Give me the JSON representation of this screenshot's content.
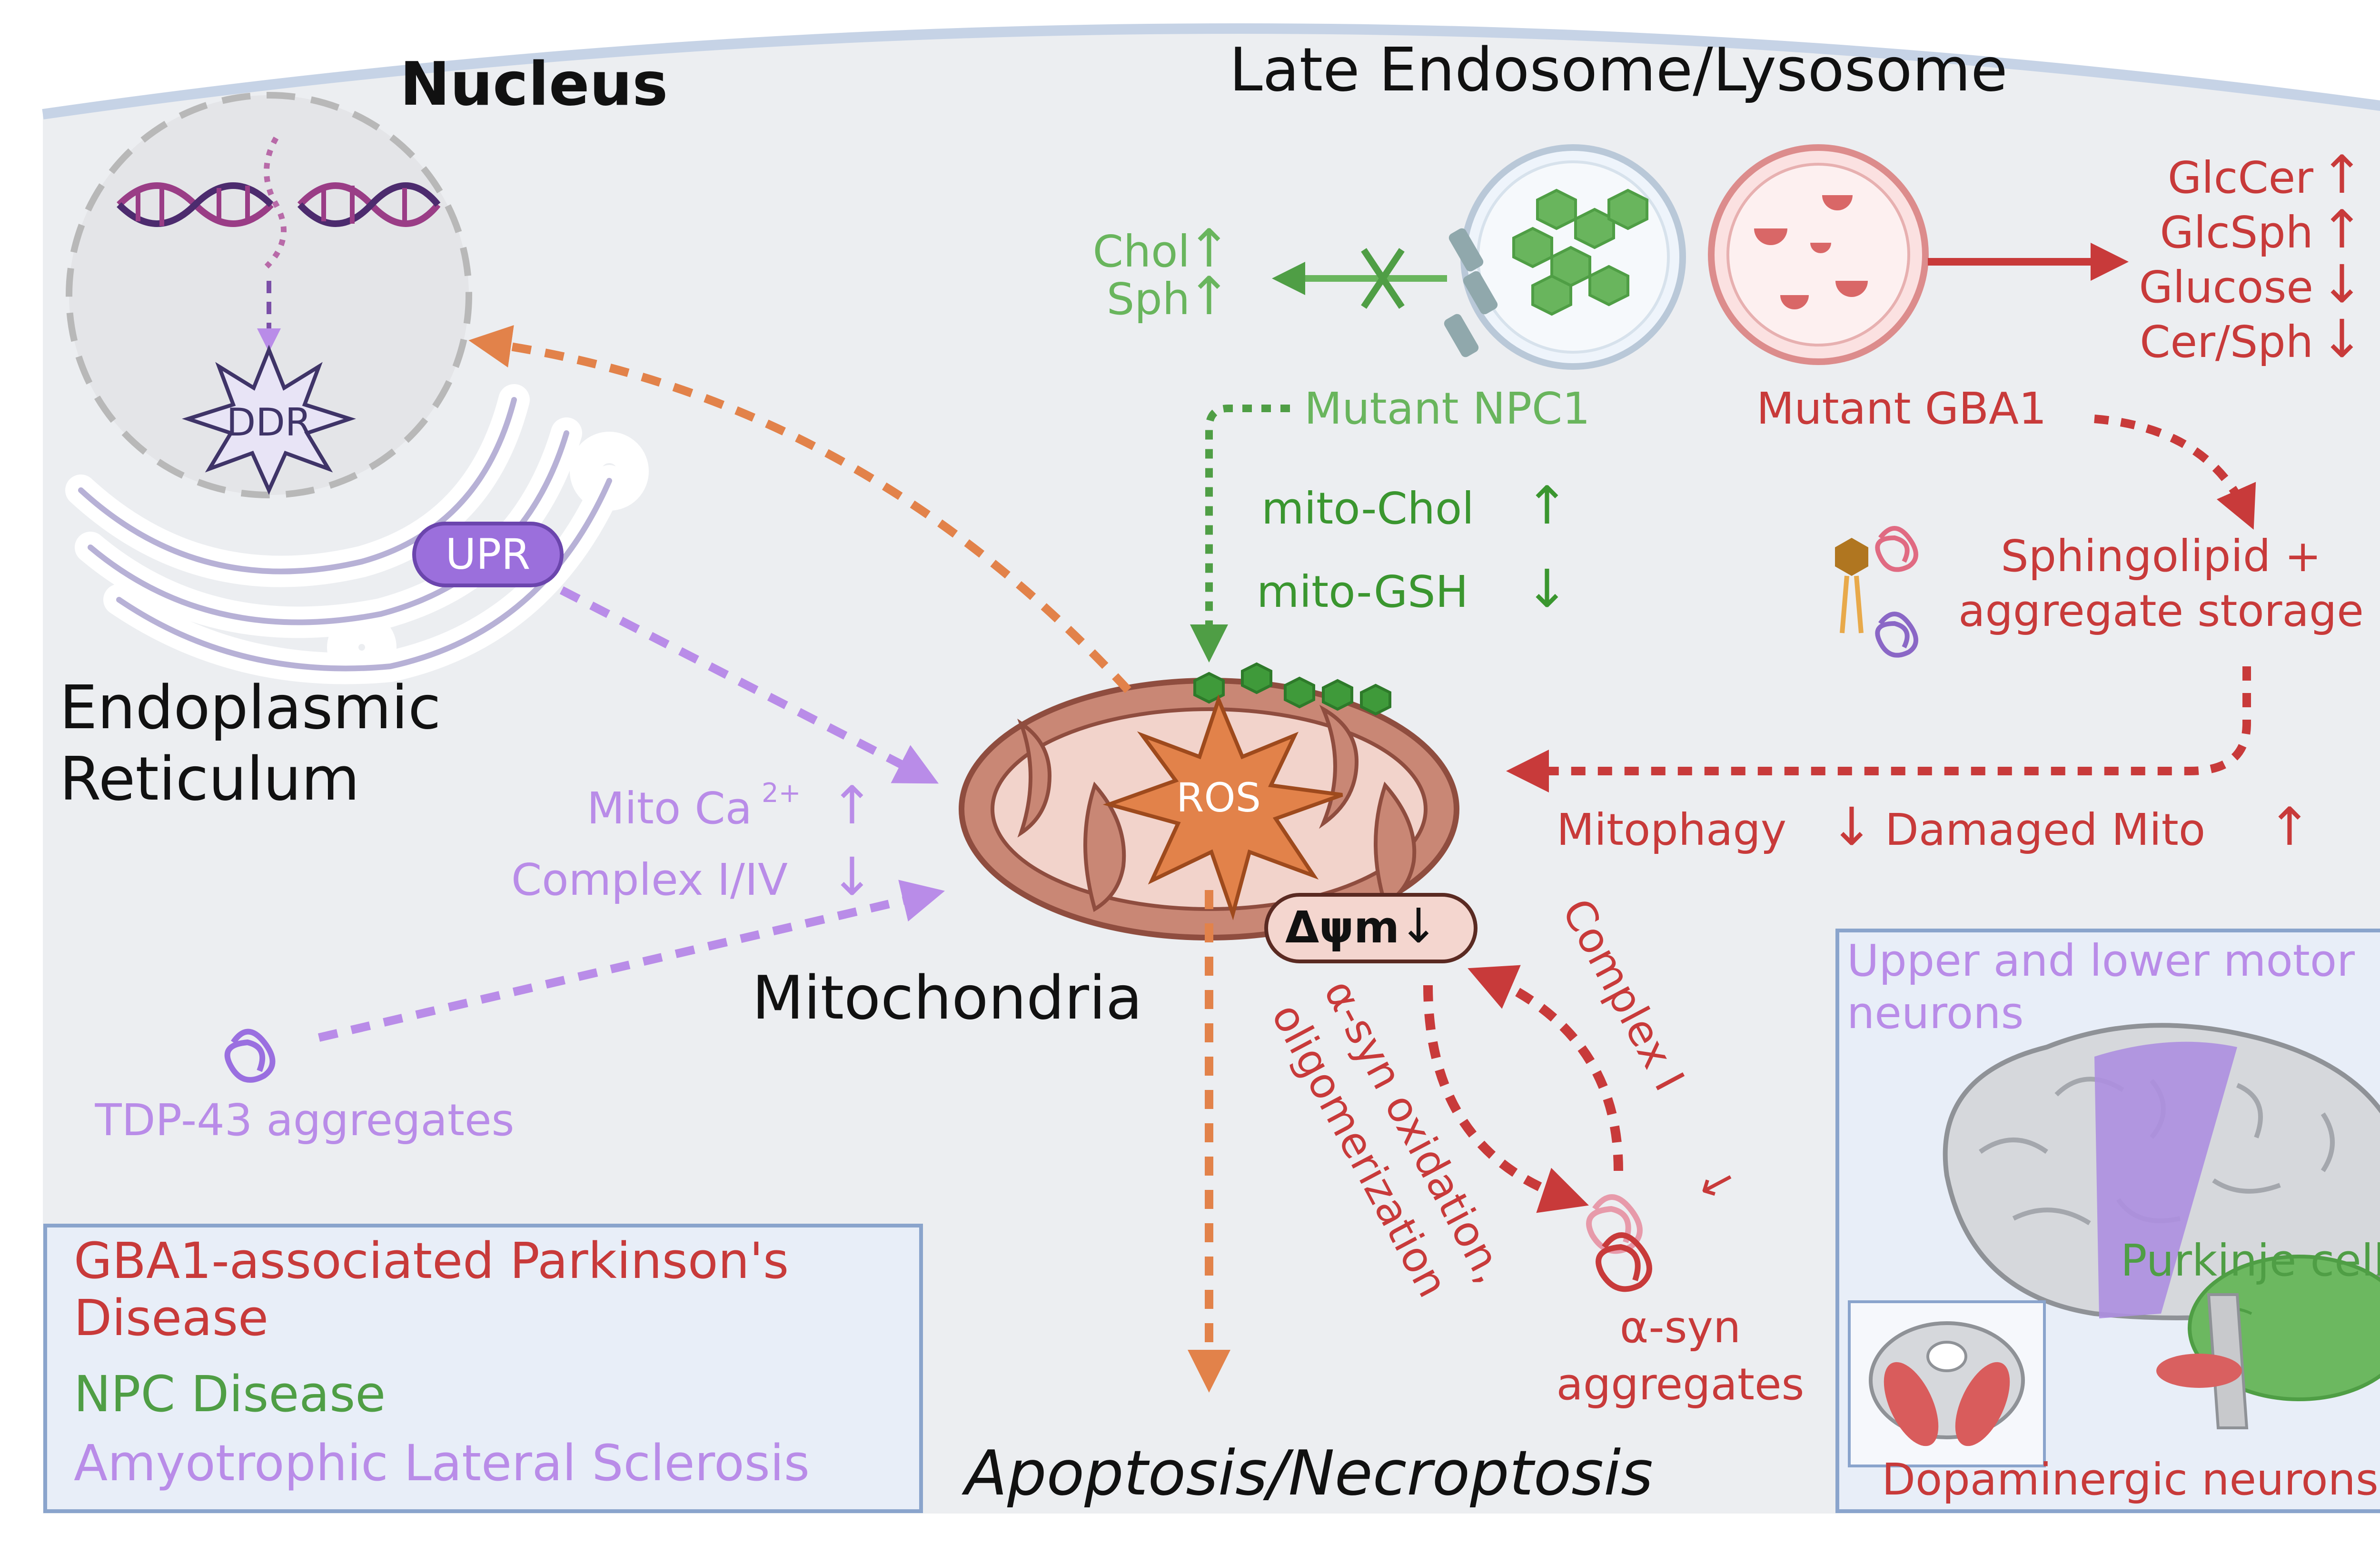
{
  "colors": {
    "gba1": "#c83a3a",
    "npc": "#4f9e45",
    "als": "#b98ce8",
    "ros": "#e2824a",
    "mito": "#c98775",
    "cell_bg": "#eceef1",
    "legend_bg": "#e8eef8"
  },
  "organelles": {
    "nucleus": "Nucleus",
    "ddr": "DDR",
    "lysosome": "Late Endosome/Lysosome",
    "er_line1": "Endoplasmic",
    "er_line2": "Reticulum",
    "upr": "UPR",
    "mitochondria": "Mitochondria",
    "ros": "ROS"
  },
  "npc": {
    "chol": "Chol",
    "sph": "Sph",
    "mutant": "Mutant NPC1",
    "mito_chol": "mito-Chol",
    "mito_gsh": "mito-GSH"
  },
  "gba1": {
    "glccer": "GlcCer",
    "glcsph": "GlcSph",
    "glucose": "Glucose",
    "cersph": "Cer/Sph",
    "mutant": "Mutant GBA1",
    "storage_line1": "Sphingolipid +",
    "storage_line2": "aggregate storage",
    "mitophagy": "Mitophagy",
    "damaged_mito": "Damaged  Mito",
    "complex_i": "Complex I",
    "asyn_ox_line1": "α-syn oxidation,",
    "asyn_ox_line2": "oligomerization",
    "asyn_agg_line1": "α-syn",
    "asyn_agg_line2": "aggregates"
  },
  "als": {
    "mito_ca": "Mito Ca",
    "ca_sup": "2+",
    "complex": "Complex I/IV",
    "tdp43": "TDP-43 aggregates"
  },
  "membrane_potential": "Δψm",
  "outcome": "Apoptosis/Necroptosis",
  "arrows": {
    "up": "↑",
    "down": "↓"
  },
  "legend": {
    "gba1_line1": "GBA1-associated Parkinson's",
    "gba1_line2": "Disease",
    "npc": "NPC Disease",
    "als": "Amyotrophic Lateral Sclerosis"
  },
  "brain_panel": {
    "motor_line1": "Upper and lower motor",
    "motor_line2": "neurons",
    "purkinje": "Purkinje cells",
    "dopaminergic": "Dopaminergic neurons"
  }
}
